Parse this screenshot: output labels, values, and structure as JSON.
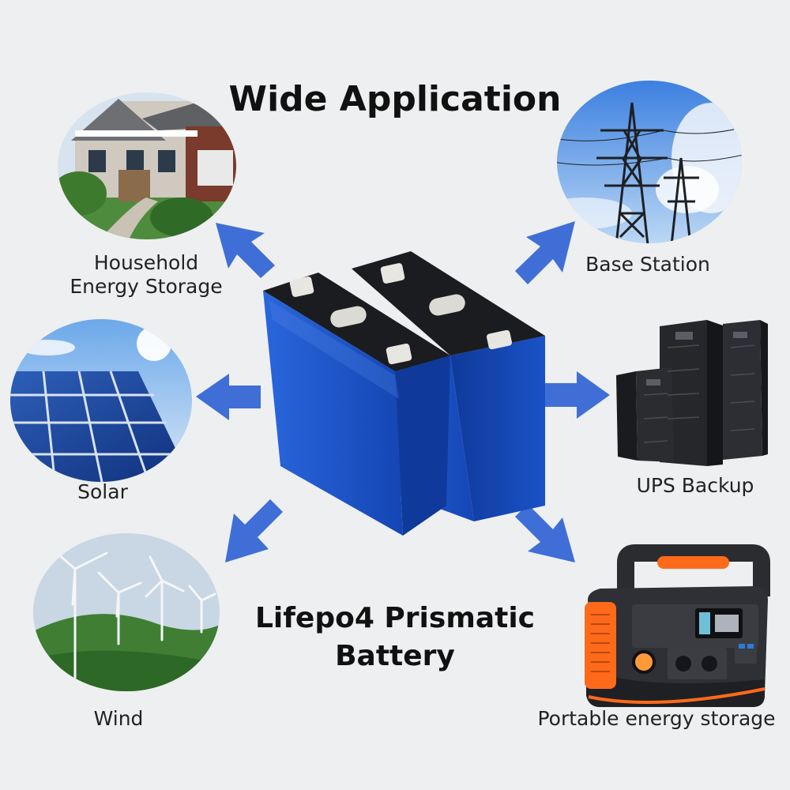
{
  "headline": "Wide Application",
  "product_name": {
    "line1": "Lifepo4 Prismatic",
    "line2": "Battery"
  },
  "applications": {
    "household": {
      "line1": "Household",
      "line2": "Energy Storage"
    },
    "base_station": "Base Station",
    "solar": "Solar",
    "ups": "UPS Backup",
    "wind": "Wind",
    "portable": "Portable energy storage"
  },
  "colors": {
    "background": "#eeeff1",
    "arrow": "#3f6fd6",
    "battery_blue": "#1f57c8",
    "battery_top": "#1b1c1f",
    "portable_accent": "#ff6a1a"
  },
  "icons": {
    "household": "house-photo",
    "base_station": "power-tower-photo",
    "solar": "solar-panel-photo",
    "ups": "server-cabinet-photo",
    "wind": "wind-turbine-photo",
    "portable": "portable-power-station-photo"
  }
}
